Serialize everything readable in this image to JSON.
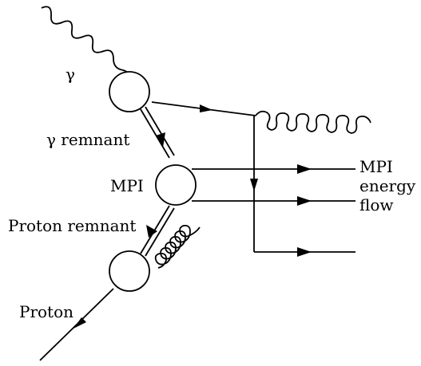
{
  "diagram": {
    "labels": {
      "photon": "γ",
      "photon_remnant": "γ remnant",
      "mpi": "MPI",
      "proton_remnant": "Proton remnant",
      "proton": "Proton",
      "mpi_energy_flow_line1": "MPI",
      "mpi_energy_flow_line2": "energy",
      "mpi_energy_flow_line3": "flow"
    },
    "colors": {
      "stroke": "#000000",
      "background": "#ffffff"
    }
  }
}
